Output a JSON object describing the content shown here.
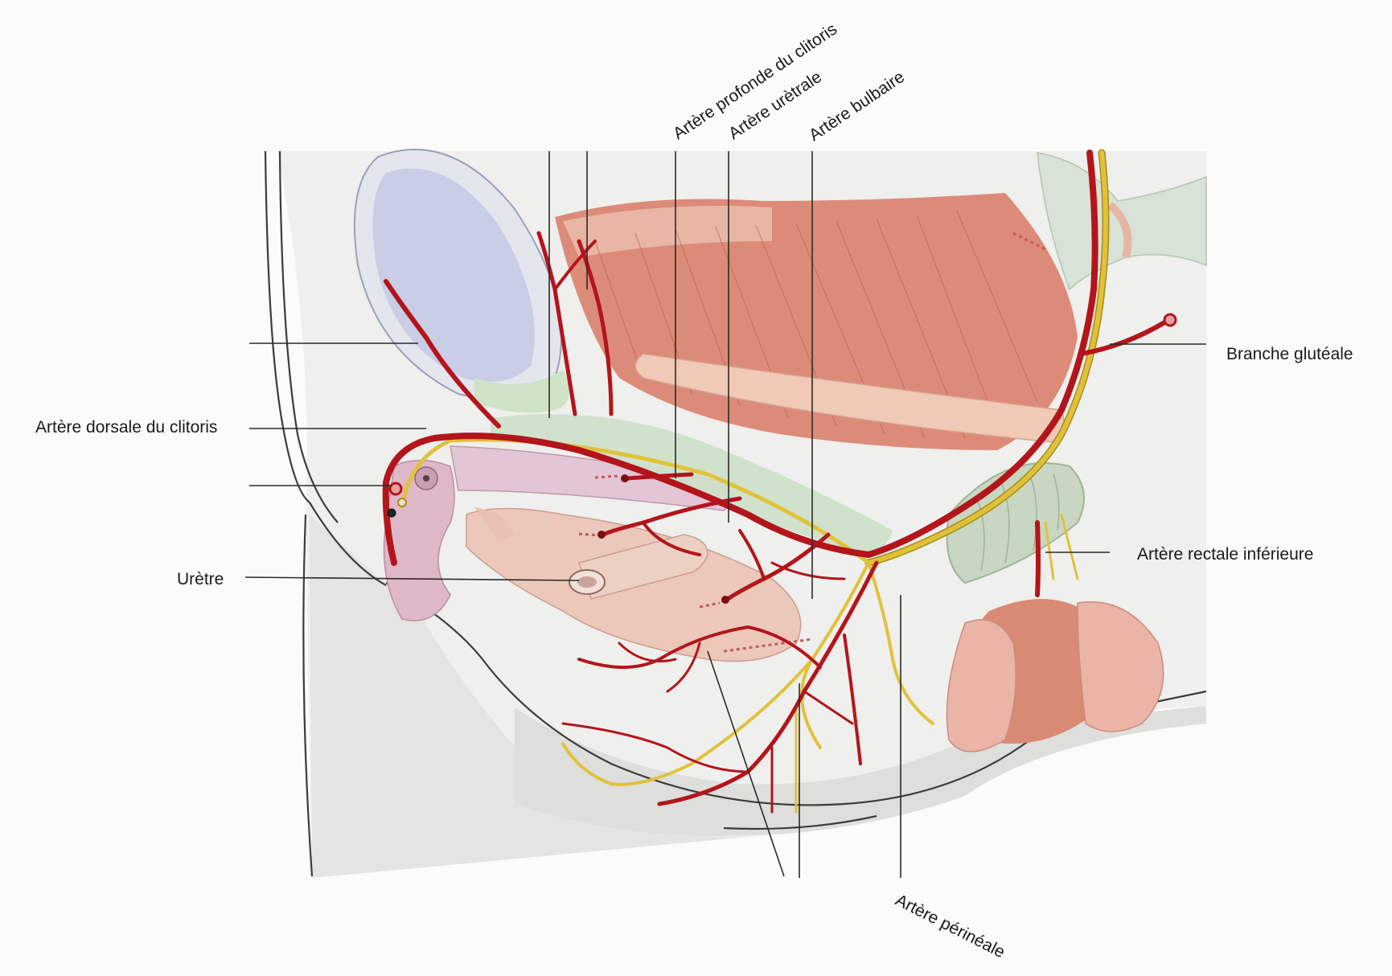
{
  "labels": {
    "arteria_profunda_clitoris": "Artère profonde du clitoris",
    "arteria_uretrale": "Artère urètrale",
    "arteria_bulbaire": "Artère bulbaire",
    "branche_gluteale": "Branche glutéale",
    "arteria_dorsale_clitoris": "Artère dorsale du clitoris",
    "arteria_rectale_inferieure": "Artère rectale inférieure",
    "uretre": "Urètre",
    "arteria_perineale": "Artère périnéale"
  },
  "colors": {
    "artery": "#b3151b",
    "nerve": "#e0c23a",
    "muscle": "#d9826f",
    "bladder": "#c9cde6",
    "clitoris_body": "#dfb8c8",
    "bulb": "#e7c2b4",
    "rectum": "#d98a75",
    "anal_sphincter": "#c8d6c2",
    "background_tissue": "#ececec"
  }
}
